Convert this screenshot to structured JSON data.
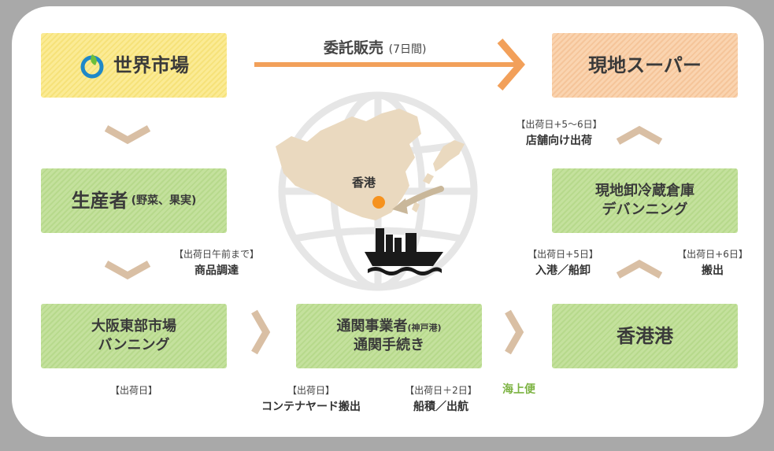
{
  "colors": {
    "green": "#c4e19d",
    "yellow": "#fbeb95",
    "peach": "#fad4b0",
    "arrow": "#f2a05a",
    "chevron": "#d9bfa4",
    "sea": "#7cb342"
  },
  "logo": {
    "name": "世界市場",
    "icon": "leaf-ring-logo"
  },
  "top_arrow": {
    "label": "委託販売",
    "sub": "(7日間)"
  },
  "nodes": {
    "super": "現地スーパー",
    "producer": "生産者",
    "producer_sub": "(野菜、果実)",
    "osaka_1": "大阪東部市場",
    "osaka_2": "バンニング",
    "customs_1": "通関事業者",
    "customs_1_sub": "(神戸港)",
    "customs_2": "通関手続き",
    "hk_port": "香港港",
    "warehouse_1": "現地卸冷蔵倉庫",
    "warehouse_2": "デバンニング"
  },
  "labels": {
    "shop_note": "【出荷日+5〜6日】",
    "shop": "店舗向け出荷",
    "buy_note": "【出荷日午前まで】",
    "buy": "商品調達",
    "port_note": "【出荷日+5日】",
    "port": "入港／船卸",
    "carry_note": "【出荷日+6日】",
    "carry": "搬出",
    "ship_day": "【出荷日】",
    "container_note": "【出荷日】",
    "container": "コンテナヤード搬出",
    "sail_note": "【出荷日＋2日】",
    "sail": "船積／出航",
    "sea": "海上便",
    "hongkong": "香港"
  }
}
